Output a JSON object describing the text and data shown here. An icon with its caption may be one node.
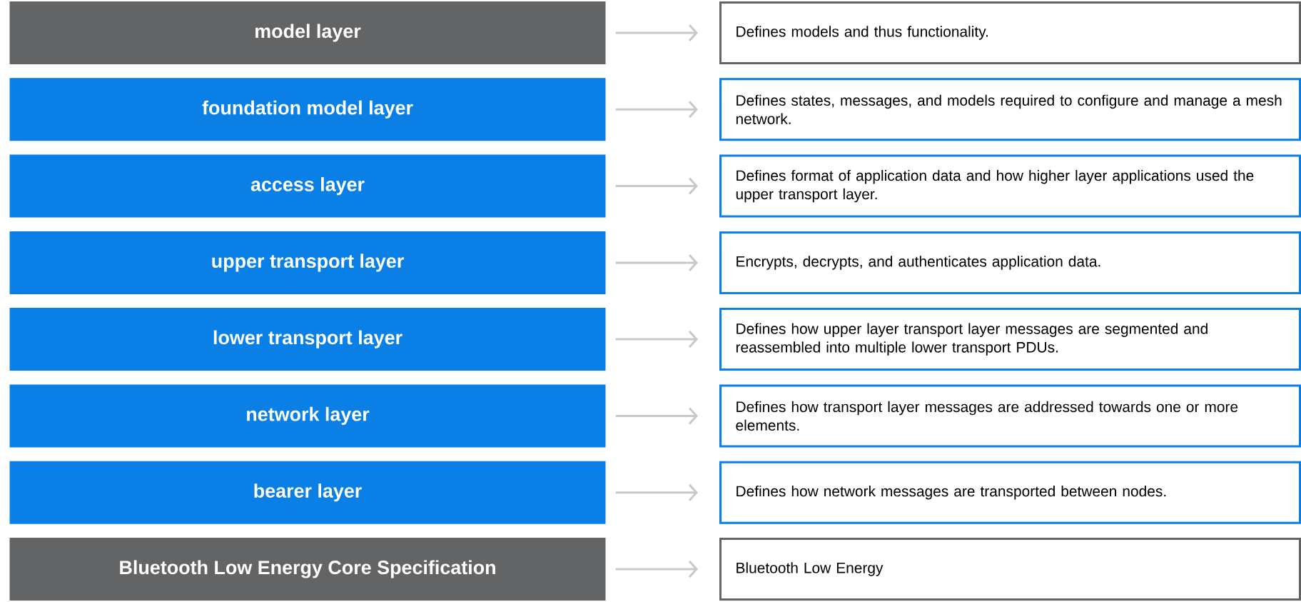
{
  "diagram": {
    "nodes": [
      {
        "text": [
          "model layer"
        ]
      },
      {
        "text": [
          "foundation model layer"
        ]
      },
      {
        "text": [
          "access layer"
        ]
      },
      {
        "text": [
          "upper transport layer"
        ]
      },
      {
        "text": [
          "lower transport layer"
        ]
      },
      {
        "text": [
          "network layer"
        ]
      },
      {
        "text": [
          "bearer layer"
        ]
      },
      {
        "text": [
          "Bluetooth Low Energy Core Specification"
        ]
      },
      {
        "text": [
          "Defines models and thus functionality."
        ]
      },
      {
        "text": [
          "Defines states, messages, and models required to configure and manage a mesh network."
        ]
      },
      {
        "text": [
          "Defines format of application data and how higher layer applications used the upper transport layer."
        ]
      },
      {
        "text": [
          "Encrypts, decrypts, and authenticates application data."
        ]
      },
      {
        "text": [
          "Defines how upper layer transport layer messages are segmented and reassembled into multiple lower transport PDUs."
        ]
      },
      {
        "text": [
          "Defines how transport layer messages are addressed towards one or more elements."
        ]
      },
      {
        "text": [
          "Defines how network messages are transported between nodes."
        ]
      },
      {
        "text": [
          "Bluetooth Low Energy"
        ]
      }
    ],
    "edges": [
      {
        "from": 0,
        "to": 8,
        "arrow": "to"
      },
      {
        "from": 1,
        "to": 9,
        "arrow": "to"
      },
      {
        "from": 2,
        "to": 10,
        "arrow": "to"
      },
      {
        "from": 3,
        "to": 11,
        "arrow": "to"
      },
      {
        "from": 4,
        "to": 12,
        "arrow": "to"
      },
      {
        "from": 5,
        "to": 13,
        "arrow": "to"
      },
      {
        "from": 6,
        "to": 14,
        "arrow": "to"
      },
      {
        "from": 7,
        "to": 15,
        "arrow": "to"
      }
    ]
  }
}
